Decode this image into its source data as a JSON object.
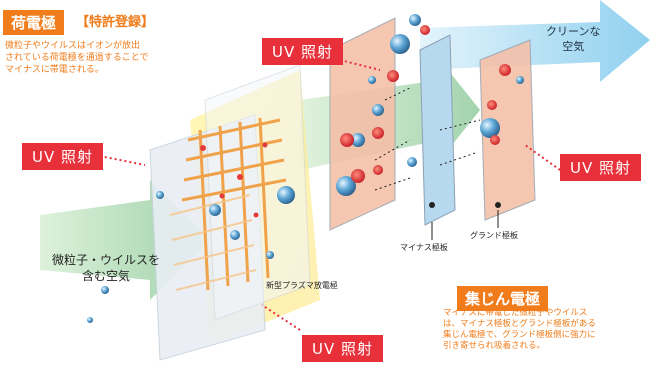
{
  "charging": {
    "title": "荷電極",
    "badge": "【特許登録】",
    "desc_lines": [
      "微粒子やウイルスはイオンが放出",
      "されている荷電極を通過することで",
      "マイナスに帯電される。"
    ]
  },
  "collecting": {
    "title": "集じん電極",
    "desc_lines": [
      "マイナスに帯電した微粒子やウイルス",
      "は、マイナス極板とグランド極板がある",
      "集じん電極で、グランド極板側に強力に",
      "引き寄せられ吸着される。"
    ]
  },
  "uv_label": "UV 照射",
  "clean_air": [
    "クリーンな",
    "空気"
  ],
  "dirty_air": [
    "微粒子・ウイルスを",
    "含む空気"
  ],
  "plasma_label": "新型プラズマ放電極",
  "minus_plate": "マイナス極板",
  "ground_plate": "グランド極板",
  "colors": {
    "accent": "#f07c1b",
    "uv": "#e8303a",
    "arrow_green": "#7fc28a",
    "arrow_blue": "#8ed0ee"
  }
}
